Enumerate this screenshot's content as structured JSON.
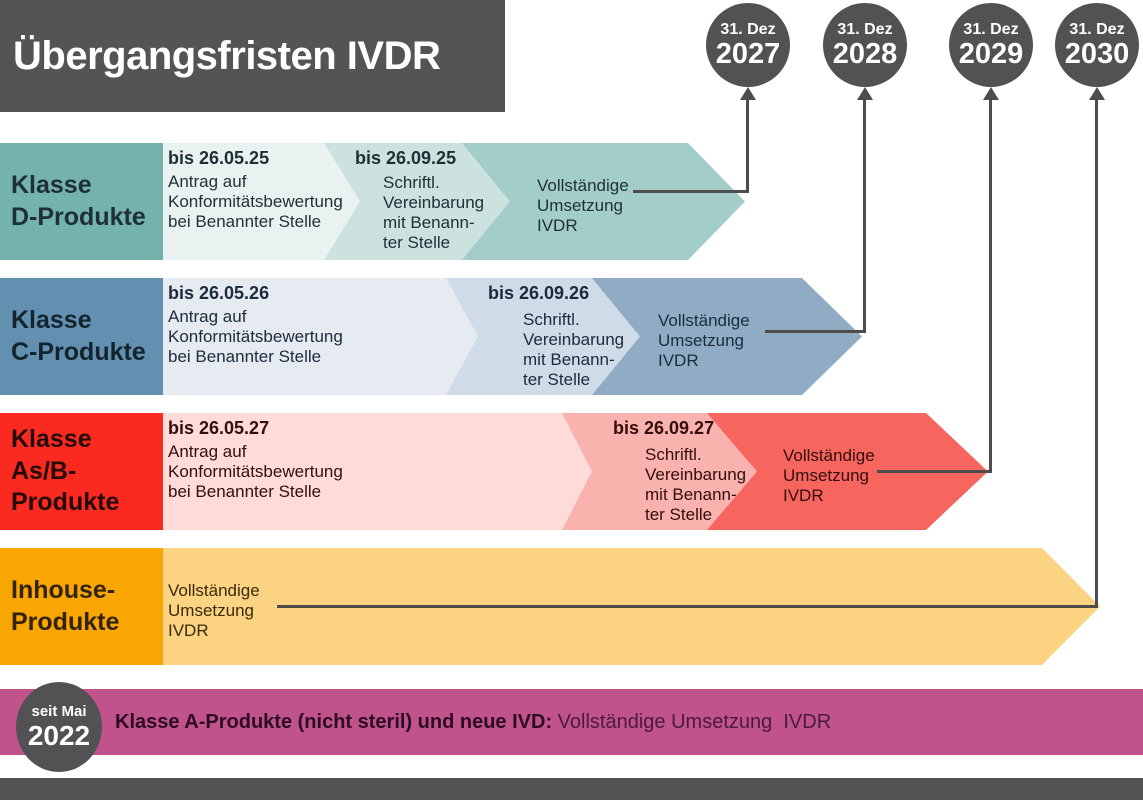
{
  "title": "Übergangsfristen IVDR",
  "milestones": [
    {
      "label": "31. Dez",
      "year": "2027"
    },
    {
      "label": "31. Dez",
      "year": "2028"
    },
    {
      "label": "31. Dez",
      "year": "2029"
    },
    {
      "label": "31. Dez",
      "year": "2030"
    }
  ],
  "bands": [
    {
      "label": "Klasse\nD-Produkte",
      "target_year": "2027",
      "segments": [
        {
          "date": "bis 26.05.25",
          "text": "Antrag auf\nKonformitätsbewertung\nbei Benannter Stelle"
        },
        {
          "date": "bis 26.09.25",
          "text": "Schriftl.\nVereinbarung\nmit Benann-\nter Stelle"
        },
        {
          "date": "",
          "text": "Vollständige\nUmsetzung\nIVDR"
        }
      ]
    },
    {
      "label": "Klasse\nC-Produkte",
      "target_year": "2028",
      "segments": [
        {
          "date": "bis 26.05.26",
          "text": "Antrag auf\nKonformitätsbewertung\nbei Benannter Stelle"
        },
        {
          "date": "bis 26.09.26",
          "text": "Schriftl.\nVereinbarung\nmit Benann-\nter Stelle"
        },
        {
          "date": "",
          "text": "Vollständige\nUmsetzung\nIVDR"
        }
      ]
    },
    {
      "label": "Klasse\nAs/B-\nProdukte",
      "target_year": "2029",
      "segments": [
        {
          "date": "bis 26.05.27",
          "text": "Antrag auf\nKonformitätsbewertung\nbei Benannter Stelle"
        },
        {
          "date": "bis 26.09.27",
          "text": "Schriftl.\nVereinbarung\nmit Benann-\nter Stelle"
        },
        {
          "date": "",
          "text": "Vollständige\nUmsetzung\nIVDR"
        }
      ]
    },
    {
      "label": "Inhouse-\nProdukte",
      "target_year": "2030",
      "segments": [
        {
          "date": "",
          "text": "Vollständige\nUmsetzung\nIVDR"
        }
      ]
    }
  ],
  "footer": {
    "since_label": "seit Mai",
    "since_year": "2022",
    "bold_text": "Klasse A-Produkte (nicht steril) und neue IVD:",
    "normal_text": " Vollständige Umsetzung  IVDR"
  },
  "palette": {
    "dark_gray": "#545456",
    "connector_line": "#4d4d4d",
    "band_d": {
      "label": "#74b2ad",
      "seg1": "#e9f2f0",
      "seg2": "#cbe2df",
      "seg3": "#a2cdc9"
    },
    "band_c": {
      "label": "#6390b0",
      "seg1": "#e5ebf0",
      "seg2": "#cfdbe6",
      "seg3": "#8facc4"
    },
    "band_asb": {
      "label": "#fa2a20",
      "seg1": "#fcdbd9",
      "seg2": "#f9b2ae",
      "seg3": "#f7655f"
    },
    "band_inhouse": {
      "label": "#f9a603",
      "seg1": "#fbd382"
    },
    "footer_band": "#c0538b"
  }
}
